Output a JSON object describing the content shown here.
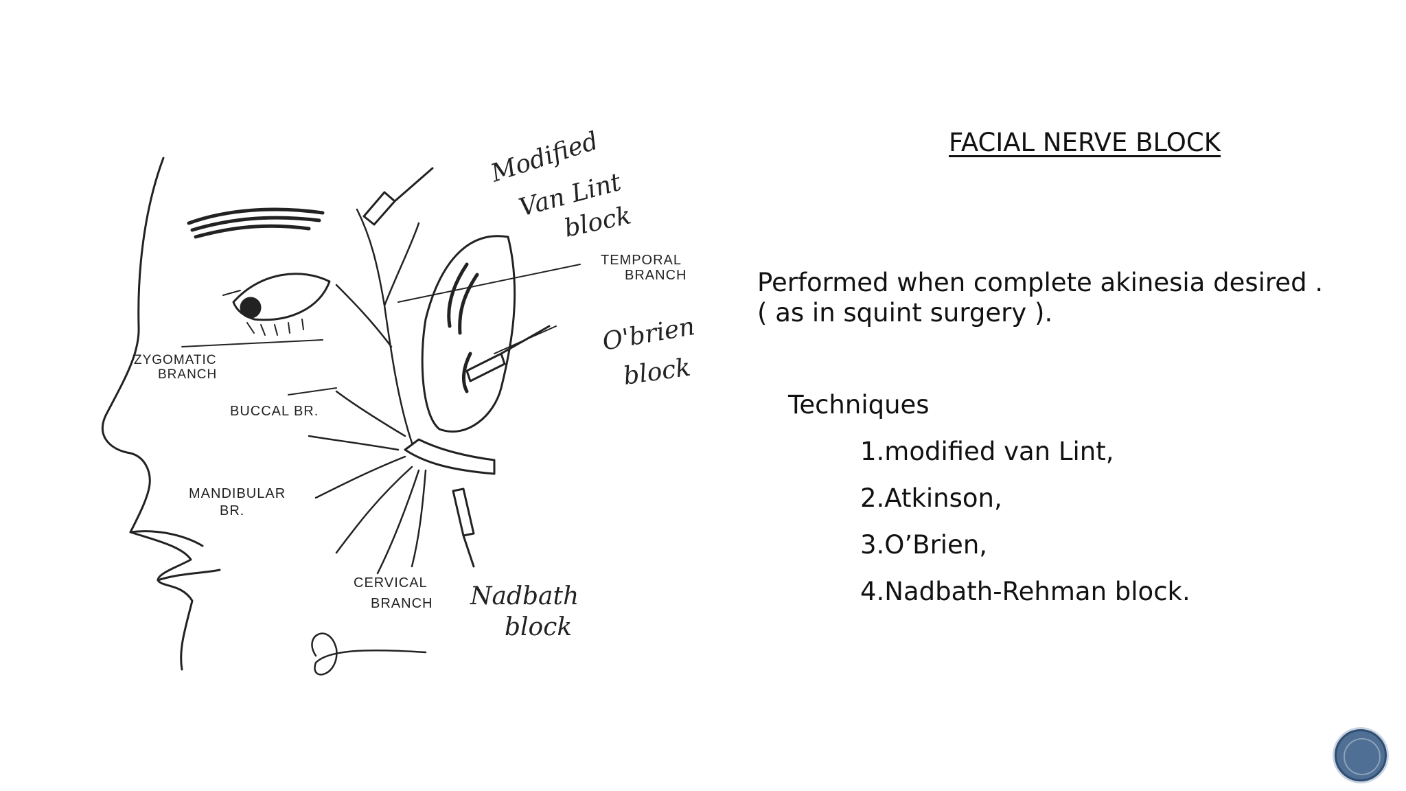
{
  "slide": {
    "title": "FACIAL NERVE BLOCK",
    "description": "Performed when complete akinesia desired .    ( as in squint surgery ).",
    "techniques_label": "Techniques",
    "techniques": [
      "1.modified van Lint,",
      "2.Atkinson,",
      "3.O’Brien,",
      "4.Nadbath-Rehman block."
    ]
  },
  "diagram": {
    "labels": {
      "modified_van_lint_1": "Modified",
      "modified_van_lint_2": "Van Lint",
      "modified_van_lint_3": "block",
      "temporal_1": "TEMPORAL",
      "temporal_2": "BRANCH",
      "obrien_1": "O'brien",
      "obrien_2": "block",
      "zygomatic_1": "ZYGOMATIC",
      "zygomatic_2": "BRANCH",
      "buccal": "BUCCAL BR.",
      "mandibular_1": "MANDIBULAR",
      "mandibular_2": "BR.",
      "cervical_1": "CERVICAL",
      "cervical_2": "BRANCH",
      "nadbath_1": "Nadbath",
      "nadbath_2": "block"
    }
  },
  "colors": {
    "nav_button": "#4f6f94",
    "ink": "#222222"
  },
  "icons": {
    "nav": "circle-nav-icon"
  }
}
